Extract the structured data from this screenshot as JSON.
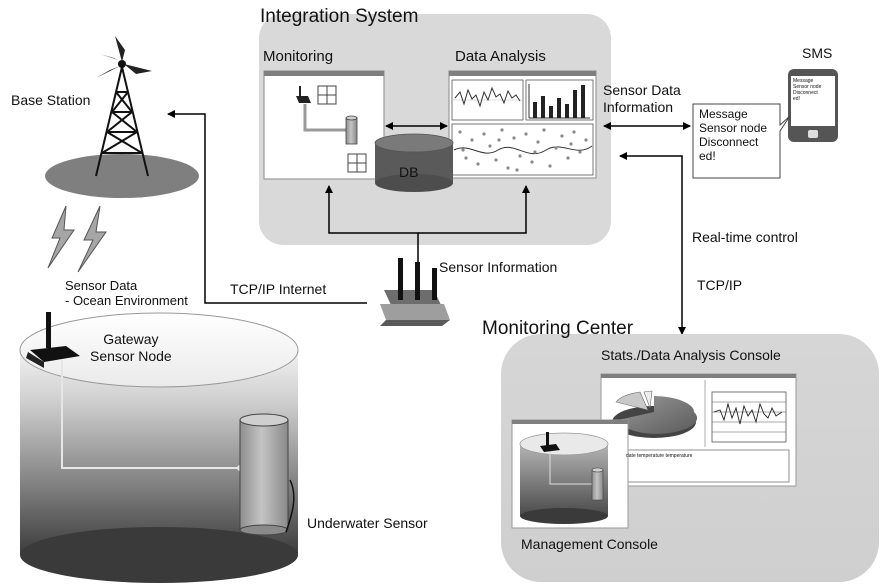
{
  "integration_system": {
    "title": "Integration  System",
    "monitoring_label": "Monitoring",
    "data_analysis_label": "Data Analysis",
    "db_label": "DB"
  },
  "base_station": {
    "label": "Base Station"
  },
  "sms": {
    "label": "SMS",
    "phone_text": "Message\nSensor node\nDisconnect\ned!",
    "bubble_text": "Message\nSensor node\nDisconnect\ned!"
  },
  "links": {
    "sensor_data_information": "Sensor Data\nInformation",
    "real_time_control": "Real-time control",
    "tcp_ip": "TCP/IP",
    "tcp_ip_internet": "TCP/IP Internet",
    "sensor_information": "Sensor Information"
  },
  "ocean": {
    "sensor_data": "Sensor Data\n- Ocean Environment",
    "gateway": "Gateway\nSensor Node",
    "underwater_sensor": "Underwater Sensor"
  },
  "monitoring_center": {
    "title": "Monitoring Center",
    "stats_console": "Stats./Data Analysis Console",
    "table_header": "date       temperature       temperature",
    "management_console": "Management Console"
  },
  "colors": {
    "panel_fill": "#d9d9d9",
    "window_bar": "#7f7f7f",
    "arrow": "#000000"
  },
  "icons": [
    "antenna-tower-icon",
    "lightning-icon",
    "router-icon",
    "phone-icon",
    "database-icon",
    "pie-chart-icon",
    "line-chart-icon",
    "bar-chart-icon"
  ]
}
